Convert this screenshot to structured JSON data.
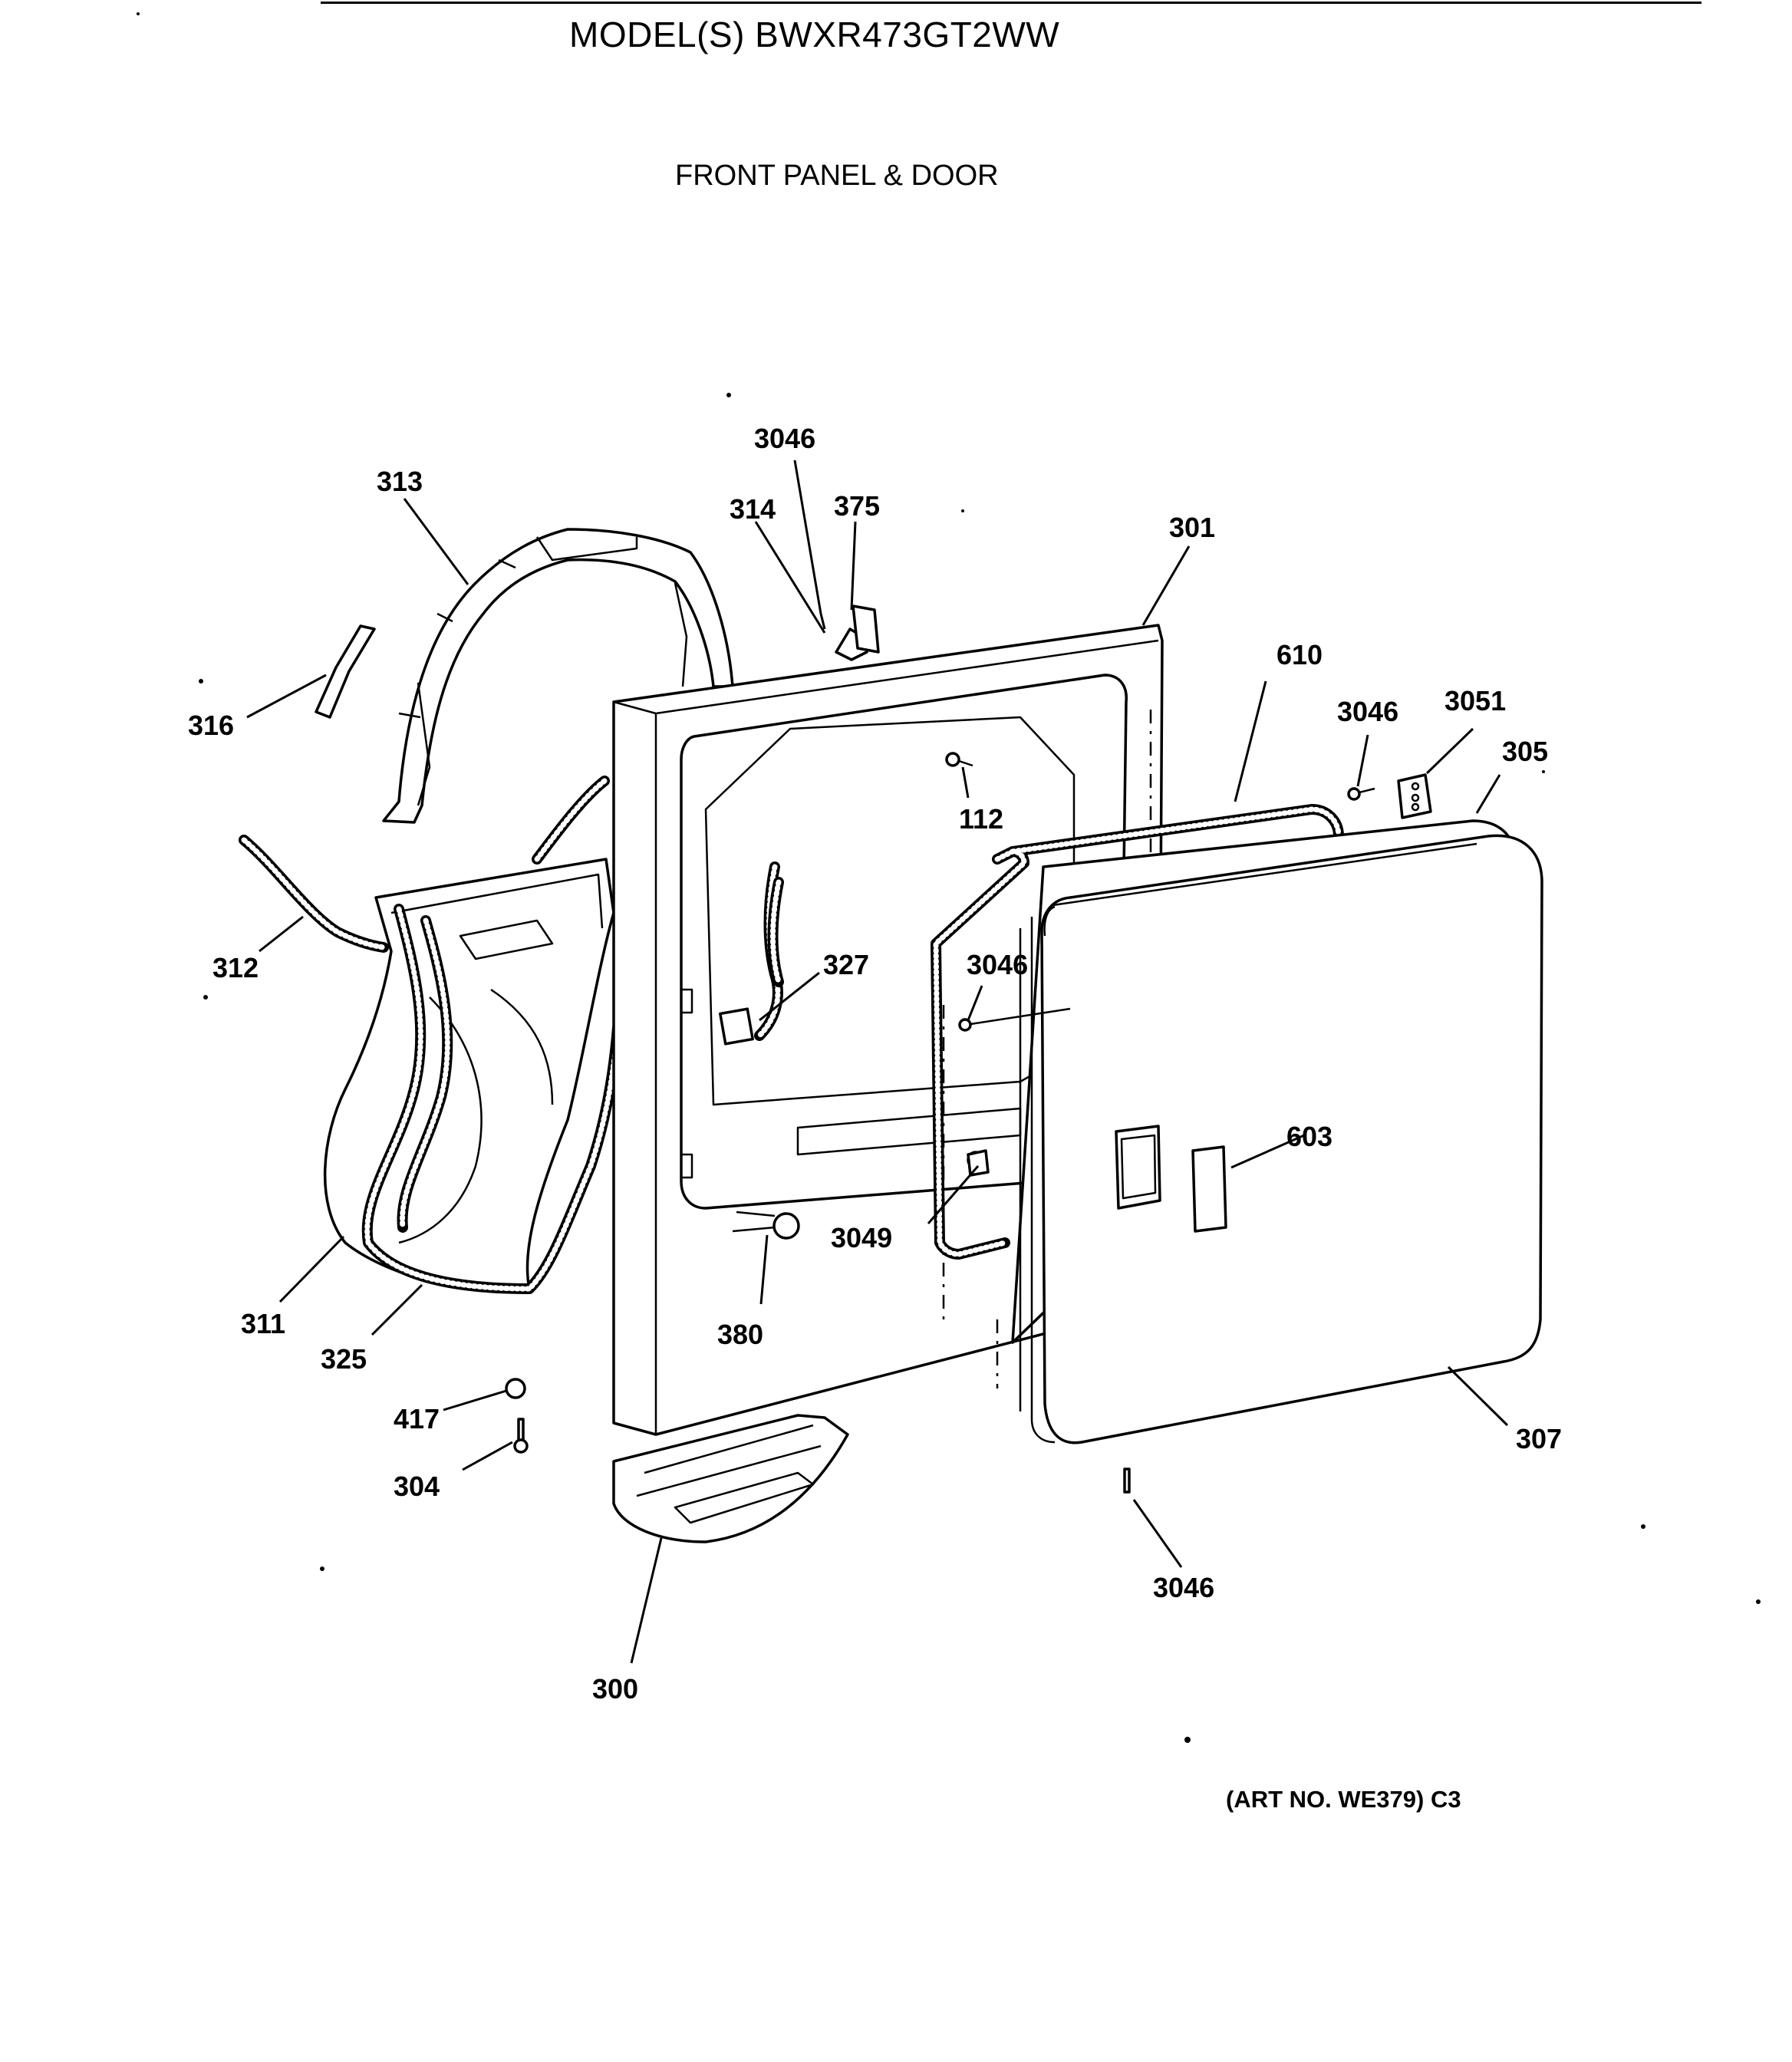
{
  "header": {
    "title": "MODEL(S) BWXR473GT2WW",
    "subtitle": "FRONT PANEL & DOOR"
  },
  "footer": {
    "art_number": "(ART NO. WE379) C3"
  },
  "callouts": {
    "c3046a": "3046",
    "c313": "313",
    "c314": "314",
    "c375": "375",
    "c301": "301",
    "c610": "610",
    "c3046b": "3046",
    "c3051": "3051",
    "c305": "305",
    "c316": "316",
    "c112": "112",
    "c312": "312",
    "c327": "327",
    "c3046c": "3046",
    "c603": "603",
    "c3049": "3049",
    "c311": "311",
    "c380": "380",
    "c325": "325",
    "c417": "417",
    "c304": "304",
    "c307": "307",
    "c3046d": "3046",
    "c300": "300"
  }
}
